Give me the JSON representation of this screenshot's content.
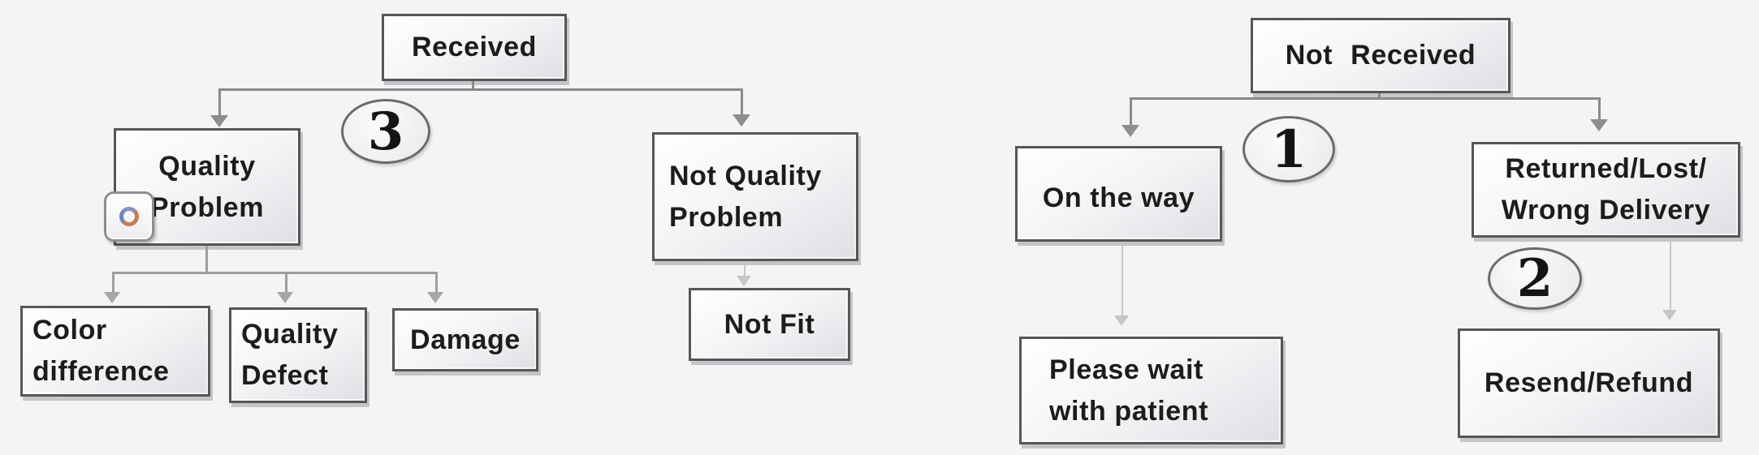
{
  "received_tree": {
    "root_label": "Received",
    "branch_badge": "3",
    "quality_problem_label": "Quality\nProblem",
    "not_quality_problem_label": "Not Quality\nProblem",
    "color_difference_label": "Color\ndifference",
    "quality_defect_label": "Quality\nDefect",
    "damage_label": "Damage",
    "not_fit_label": "Not Fit"
  },
  "not_received_tree": {
    "root_label": "Not Received",
    "on_the_way_badge": "1",
    "returned_badge": "2",
    "on_the_way_label": "On the way",
    "returned_lost_label": "Returned/Lost/\nWrong Delivery",
    "please_wait_label": "Please wait\nwith patient",
    "resend_refund_label": "Resend/Refund"
  },
  "icons": {
    "quality_problem_marker": "ring-icon"
  },
  "colors": {
    "background": "#f4f3f6",
    "box_border": "#565656",
    "box_fill_top": "#ffffff",
    "box_fill_bottom": "#e0dfe3",
    "connector": "#8a8a8a",
    "connector_sub": "#9e9e9e",
    "connector_light": "#c6c6c6",
    "text": "#1c1c1c",
    "marker_ring_blue": "#6e86ba",
    "marker_ring_orange": "#c57e52"
  }
}
